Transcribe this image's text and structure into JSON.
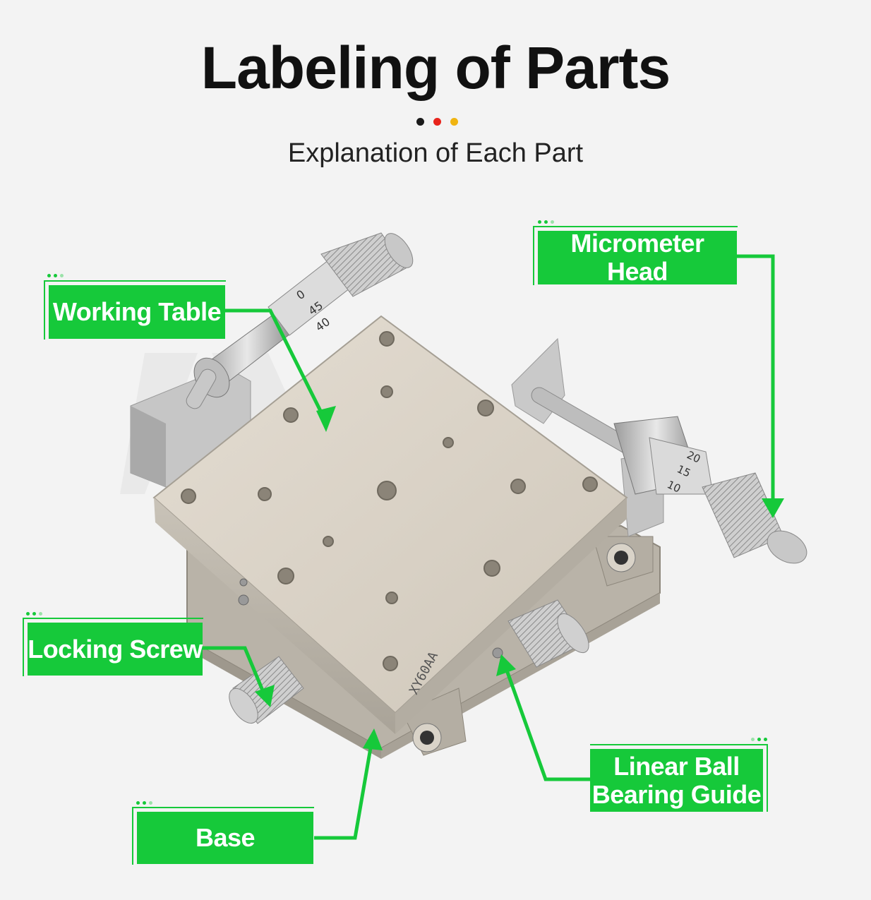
{
  "header": {
    "title": "Labeling of Parts",
    "subtitle": "Explanation of Each Part",
    "dot_colors": [
      "#1a1a1a",
      "#e8241c",
      "#f0b411"
    ]
  },
  "accent_color": "#16c93a",
  "micrometer_scale_left": [
    "0",
    "45",
    "40"
  ],
  "micrometer_scale_right": [
    "20",
    "15",
    "10"
  ],
  "labels": {
    "working_table": "Working Table",
    "micrometer_head": "Micrometer Head",
    "locking_screw": "Locking Screw",
    "linear_ball_bearing_guide": "Linear Ball\nBearing Guide",
    "base": "Base"
  }
}
